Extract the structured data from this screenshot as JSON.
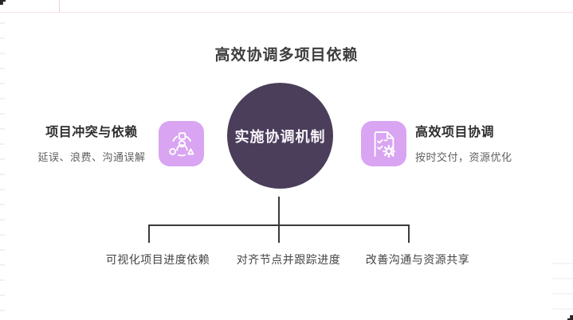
{
  "title": "高效协调多项目依赖",
  "center_node": {
    "label": "实施协调机制"
  },
  "left_block": {
    "heading": "项目冲突与依赖",
    "subtitle": "延误、浪费、沟通误解",
    "icon": "team-shapes-icon"
  },
  "right_block": {
    "heading": "高效项目协调",
    "subtitle": "按时交付，资源优化",
    "icon": "checklist-gear-icon"
  },
  "bottom_items": [
    {
      "label": "可视化项目进度依赖"
    },
    {
      "label": "对齐节点并跟踪进度"
    },
    {
      "label": "改善沟通与资源共享"
    }
  ],
  "colors": {
    "accent": "#d9a4f2",
    "node": "#4b3e5a",
    "line": "#3a3a3a",
    "title": "#3d3d3d",
    "heading": "#2e2e2e",
    "muted": "#5f5f5f",
    "label": "#454545"
  }
}
